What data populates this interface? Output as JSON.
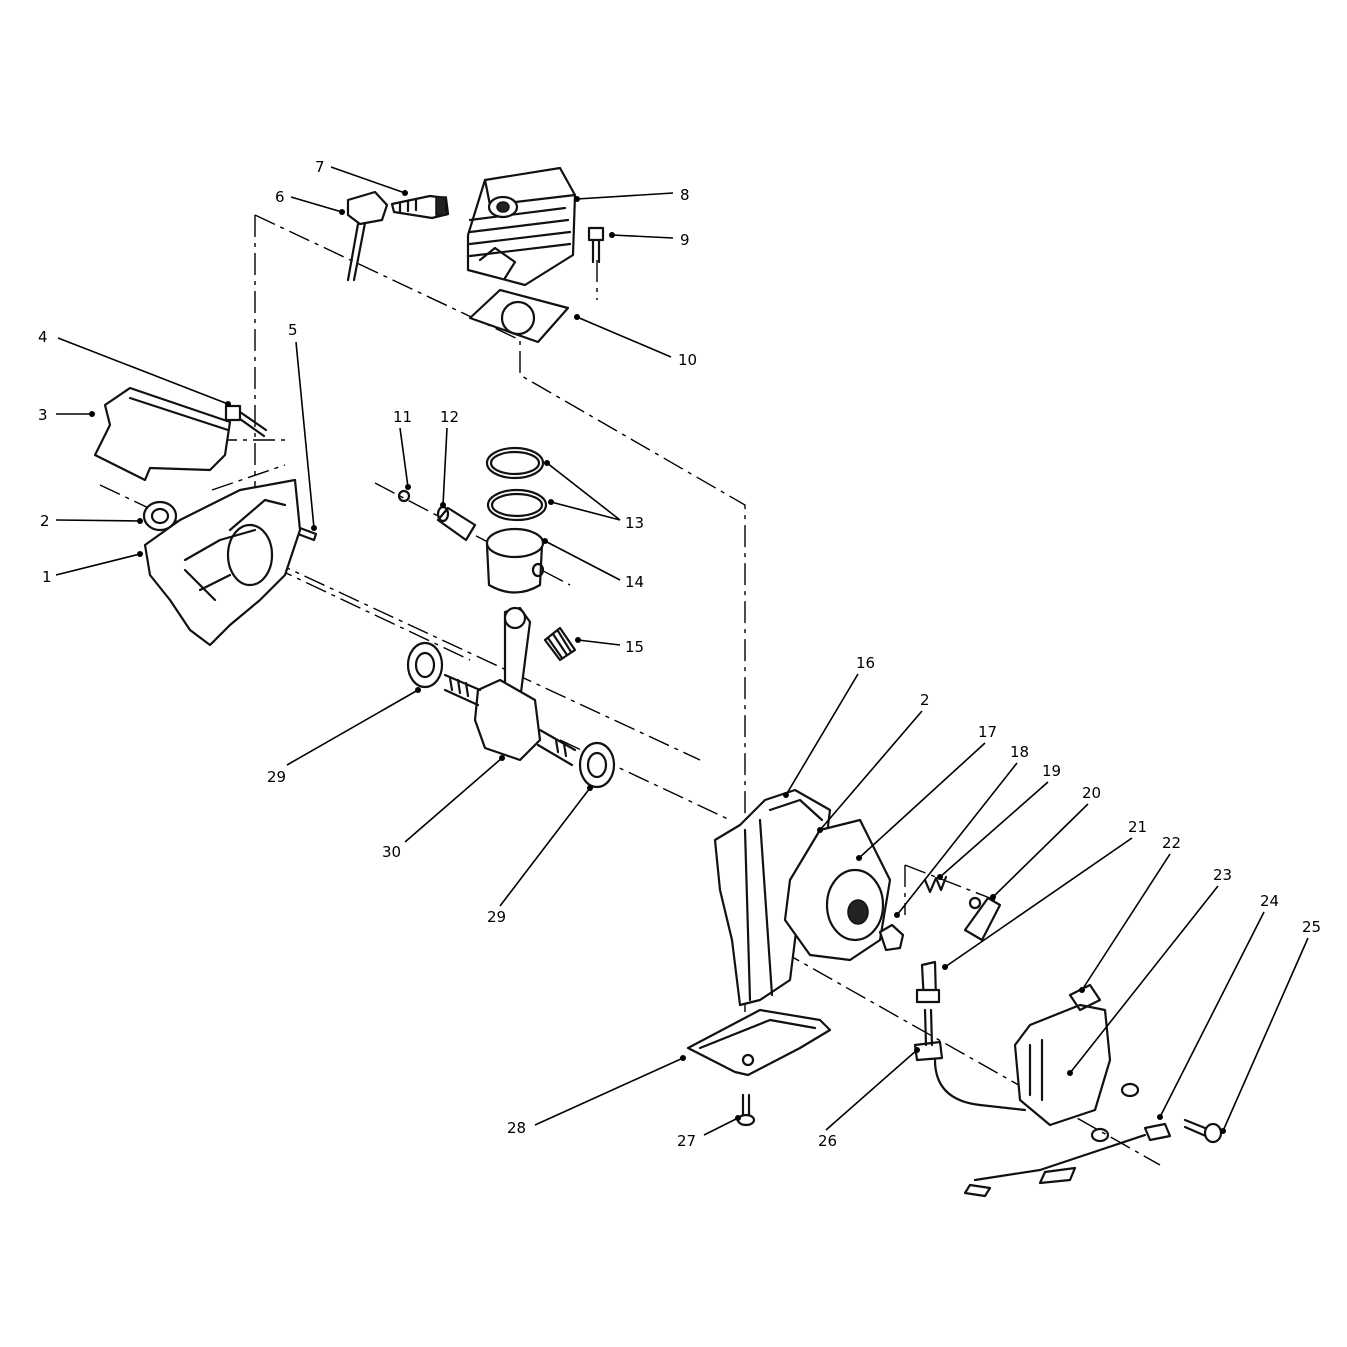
{
  "callouts": [
    {
      "id": "c1",
      "text": "1"
    },
    {
      "id": "c2a",
      "text": "2"
    },
    {
      "id": "c3",
      "text": "3"
    },
    {
      "id": "c4",
      "text": "4"
    },
    {
      "id": "c5",
      "text": "5"
    },
    {
      "id": "c6",
      "text": "6"
    },
    {
      "id": "c7",
      "text": "7"
    },
    {
      "id": "c8",
      "text": "8"
    },
    {
      "id": "c9",
      "text": "9"
    },
    {
      "id": "c10",
      "text": "10"
    },
    {
      "id": "c11",
      "text": "11"
    },
    {
      "id": "c12",
      "text": "12"
    },
    {
      "id": "c13",
      "text": "13"
    },
    {
      "id": "c14",
      "text": "14"
    },
    {
      "id": "c15",
      "text": "15"
    },
    {
      "id": "c16",
      "text": "16"
    },
    {
      "id": "c2b",
      "text": "2"
    },
    {
      "id": "c17",
      "text": "17"
    },
    {
      "id": "c18",
      "text": "18"
    },
    {
      "id": "c19",
      "text": "19"
    },
    {
      "id": "c20",
      "text": "20"
    },
    {
      "id": "c21",
      "text": "21"
    },
    {
      "id": "c22",
      "text": "22"
    },
    {
      "id": "c23",
      "text": "23"
    },
    {
      "id": "c24",
      "text": "24"
    },
    {
      "id": "c25",
      "text": "25"
    },
    {
      "id": "c26",
      "text": "26"
    },
    {
      "id": "c27",
      "text": "27"
    },
    {
      "id": "c28",
      "text": "28"
    },
    {
      "id": "c29a",
      "text": "29"
    },
    {
      "id": "c29b",
      "text": "29"
    },
    {
      "id": "c30",
      "text": "30"
    }
  ],
  "colors": {
    "ink": "#111111",
    "background": "#ffffff"
  }
}
